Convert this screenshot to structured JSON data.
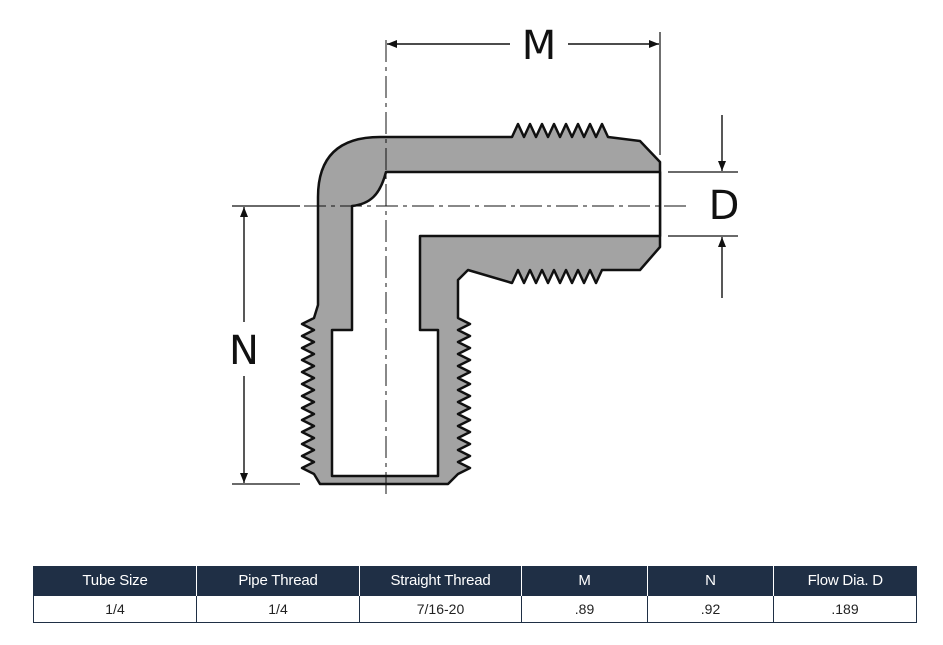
{
  "diagram": {
    "labels": {
      "m": "M",
      "n": "N",
      "d": "D"
    },
    "colors": {
      "body_fill": "#a3a3a3",
      "outline": "#111111"
    }
  },
  "table": {
    "headers": [
      "Tube Size",
      "Pipe Thread",
      "Straight Thread",
      "M",
      "N",
      "Flow Dia. D"
    ],
    "rows": [
      [
        "1/4",
        "1/4",
        "7/16-20",
        ".89",
        ".92",
        ".189"
      ]
    ],
    "colors": {
      "header_bg": "#1f2f45",
      "header_text": "#ffffff"
    }
  }
}
